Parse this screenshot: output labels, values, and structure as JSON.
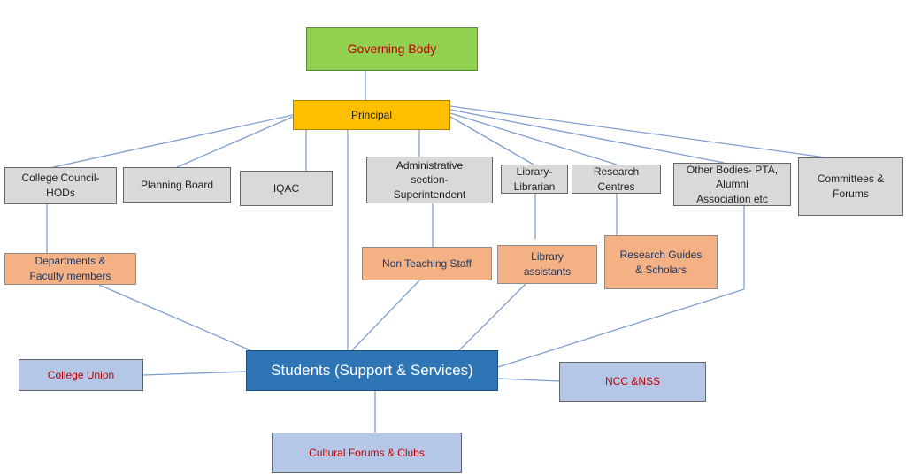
{
  "nodes": {
    "governing_body": "Governing Body",
    "principal": "Principal",
    "college_council": "College Council-\nHODs",
    "planning_board": "Planning Board",
    "iqac": "IQAC",
    "administrative": "Administrative\nsection-\nSuperintendent",
    "library": "Library-\nLibrarian",
    "research_centres": "Research\nCentres",
    "other_bodies": "Other Bodies- PTA,\nAlumni\nAssociation etc",
    "committees": "Committees &\nForums",
    "departments": "Departments &\nFaculty members",
    "non_teaching": "Non Teaching Staff",
    "library_assistants": "Library\nassistants",
    "research_guides": "Research Guides\n& Scholars",
    "students": "Students (Support & Services)",
    "college_union": "College Union",
    "ncc_nss": "NCC &NSS",
    "cultural_forums": "Cultural Forums & Clubs"
  },
  "colors": {
    "connector": "#7f9fd0",
    "governing_body_fill": "#92d050",
    "principal_fill": "#ffc000",
    "unit_fill": "#d9d9d9",
    "staff_fill": "#f4b183",
    "students_fill": "#2e75b6",
    "activity_fill": "#b4c7e7",
    "red_text": "#c00000"
  }
}
